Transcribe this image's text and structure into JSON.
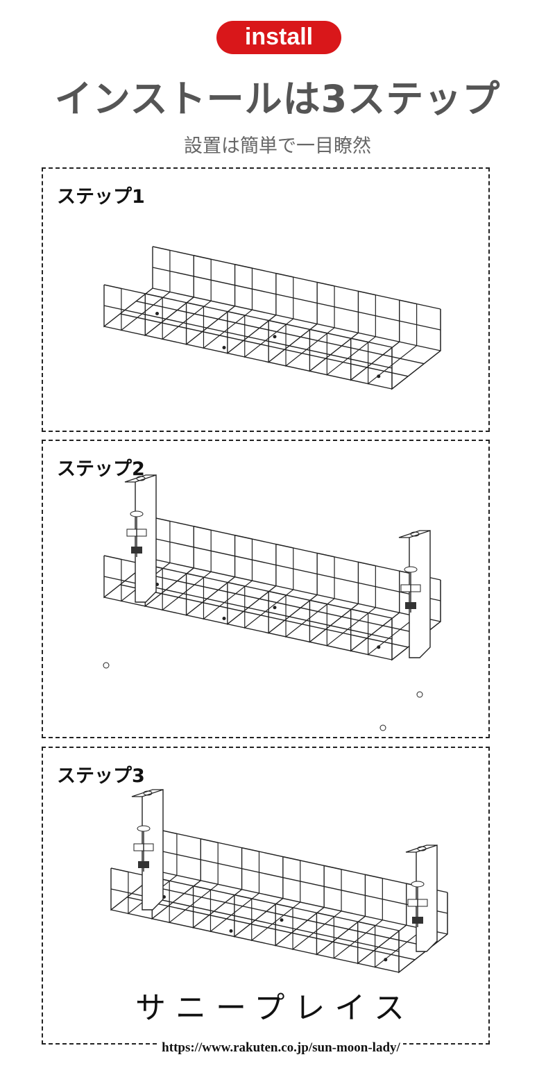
{
  "badge": "install",
  "title": "インストールは3ステップ",
  "subtitle": "設置は簡単で一目瞭然",
  "steps": [
    {
      "label": "ステップ1"
    },
    {
      "label": "ステップ2"
    },
    {
      "label": "ステップ3"
    }
  ],
  "watermark": "サニープレイス",
  "url": "https://www.rakuten.co.jp/sun-moon-lady/"
}
